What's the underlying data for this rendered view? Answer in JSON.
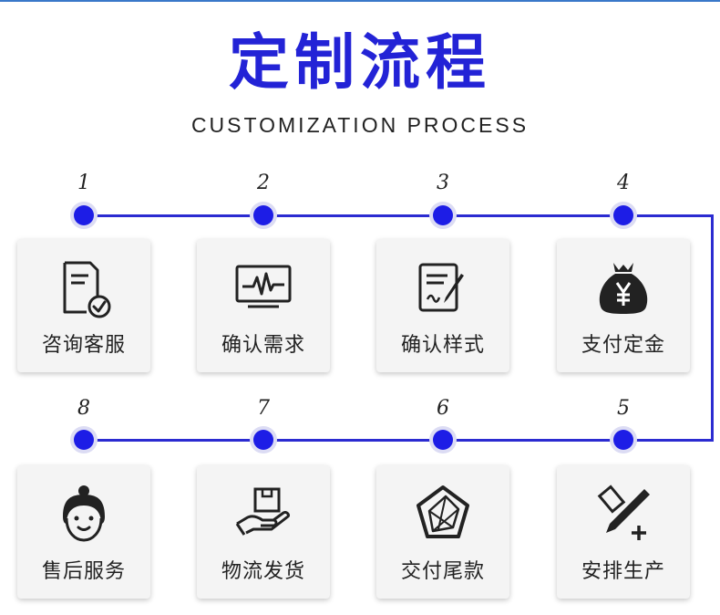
{
  "header": {
    "title": "定制流程",
    "subtitle": "CUSTOMIZATION PROCESS"
  },
  "colors": {
    "title": "#2323d6",
    "dot": "#1d1de6",
    "line": "#2b2bd1"
  },
  "steps": [
    {
      "number": "1",
      "label": "咨询客服",
      "icon": "document-check-icon"
    },
    {
      "number": "2",
      "label": "确认需求",
      "icon": "monitor-pulse-icon"
    },
    {
      "number": "3",
      "label": "确认样式",
      "icon": "document-pen-icon"
    },
    {
      "number": "4",
      "label": "支付定金",
      "icon": "money-bag-icon"
    },
    {
      "number": "5",
      "label": "安排生产",
      "icon": "pen-ruler-plus-icon"
    },
    {
      "number": "6",
      "label": "交付尾款",
      "icon": "gem-pentagon-icon"
    },
    {
      "number": "7",
      "label": "物流发货",
      "icon": "hand-package-icon"
    },
    {
      "number": "8",
      "label": "售后服务",
      "icon": "customer-service-icon"
    }
  ]
}
